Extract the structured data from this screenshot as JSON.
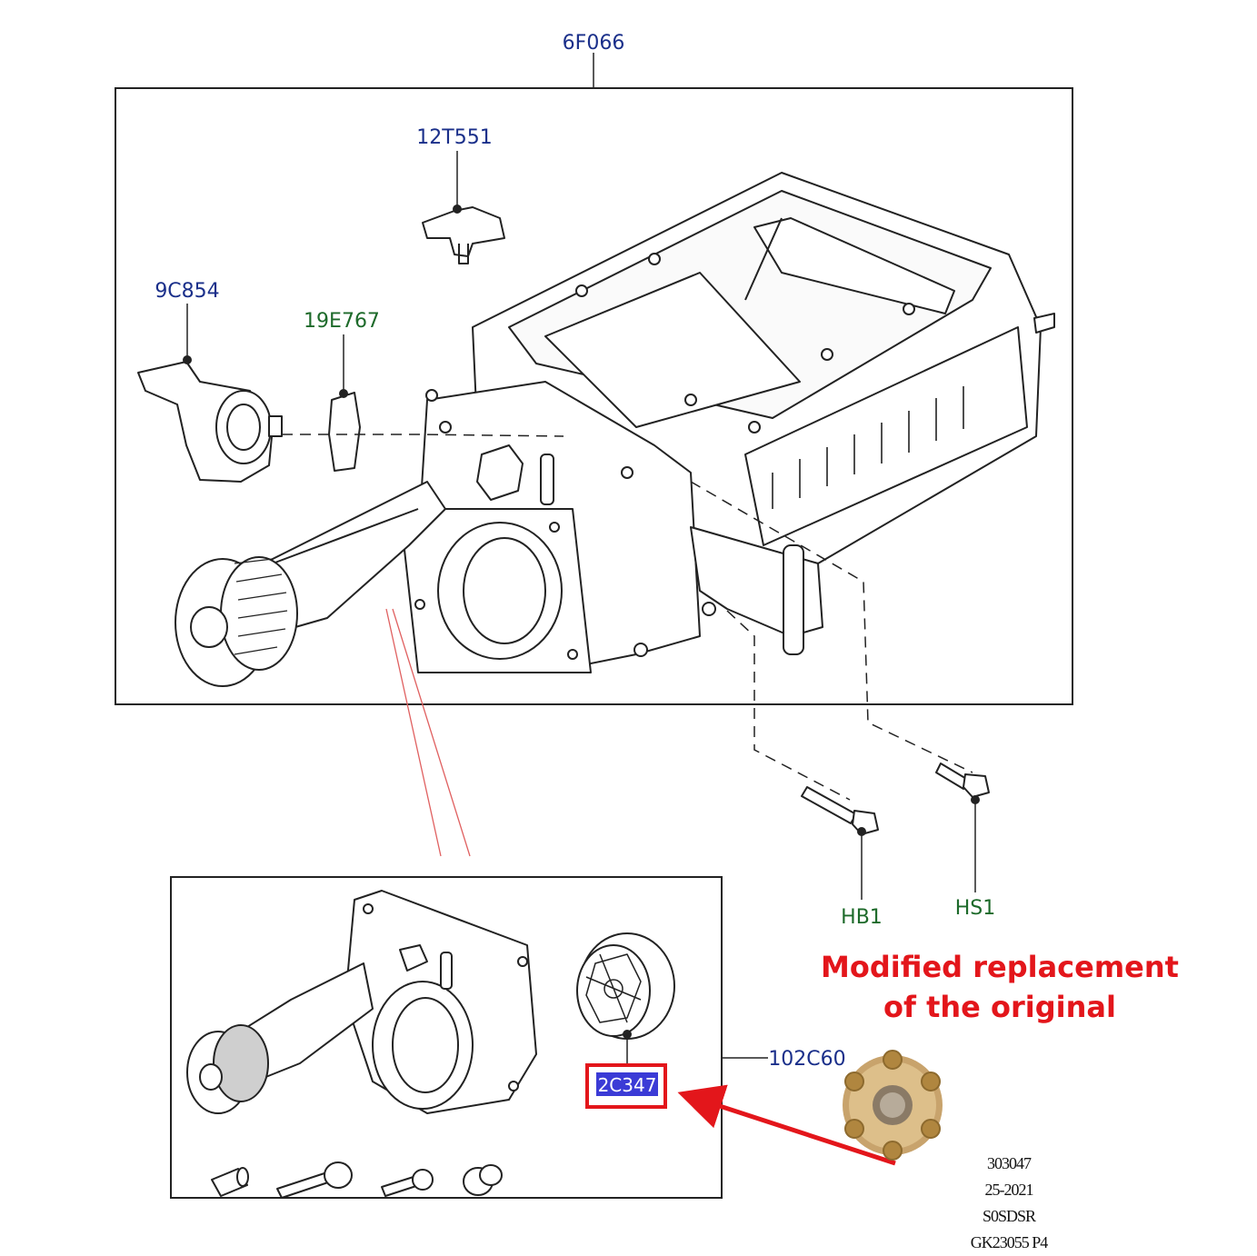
{
  "labels": {
    "assembly": "6F066",
    "sensor": "12T551",
    "actuator": "9C854",
    "connector": "19E767",
    "bolt_hb": "HB1",
    "bolt_hs": "HS1",
    "housing": "102C60",
    "coupler": "2C347"
  },
  "note": {
    "line1": "Modified replacement",
    "line2": "of the original"
  },
  "stamp": {
    "line1": "303047",
    "line2": "25-2021",
    "line3": "S0SDSR",
    "line4": "GK23055 P4"
  },
  "colors": {
    "label_blue": "#1a2f8a",
    "label_green": "#1d6a2a",
    "highlight_red": "#e3161b",
    "highlight_fill": "#3b3bd6",
    "line": "#222222"
  }
}
